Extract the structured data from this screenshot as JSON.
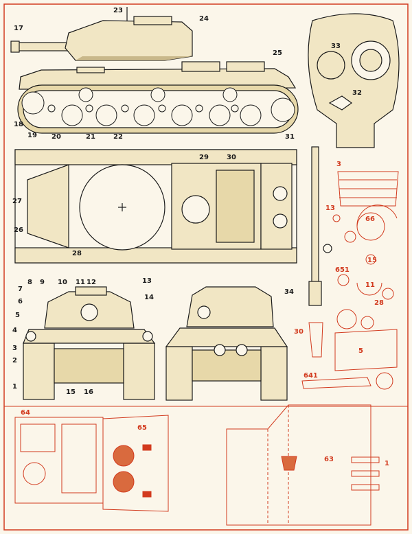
{
  "labels": {
    "l1": "1",
    "l2": "2",
    "l3": "3",
    "l4": "4",
    "l5": "5",
    "l6": "6",
    "l7": "7",
    "l8": "8",
    "l9": "9",
    "l10": "10",
    "l11": "11",
    "l12": "12",
    "l13": "13",
    "l14": "14",
    "l15": "15",
    "l16": "16",
    "l17": "17",
    "l18": "18",
    "l19": "19",
    "l20": "20",
    "l21": "21",
    "l22": "22",
    "l23": "23",
    "l24": "24",
    "l25": "25",
    "l26": "26",
    "l27": "27",
    "l28": "28",
    "l29": "29",
    "l30": "30",
    "l31": "31",
    "l32": "32",
    "l33": "33",
    "l34": "34"
  },
  "parts": {
    "p3": "3",
    "p13": "13",
    "p66": "66",
    "p651": "651",
    "p15": "15",
    "p11": "11",
    "p28": "28",
    "p30": "30",
    "p5": "5",
    "p641": "641",
    "p64": "64",
    "p65": "65",
    "p63": "63",
    "p1": "1"
  },
  "colors": {
    "frame": "#d23a1e",
    "ink": "#1a1a1a",
    "paper": "#fbf6ea",
    "fill": "#f1e6c4",
    "accent": "#d96a3e"
  }
}
